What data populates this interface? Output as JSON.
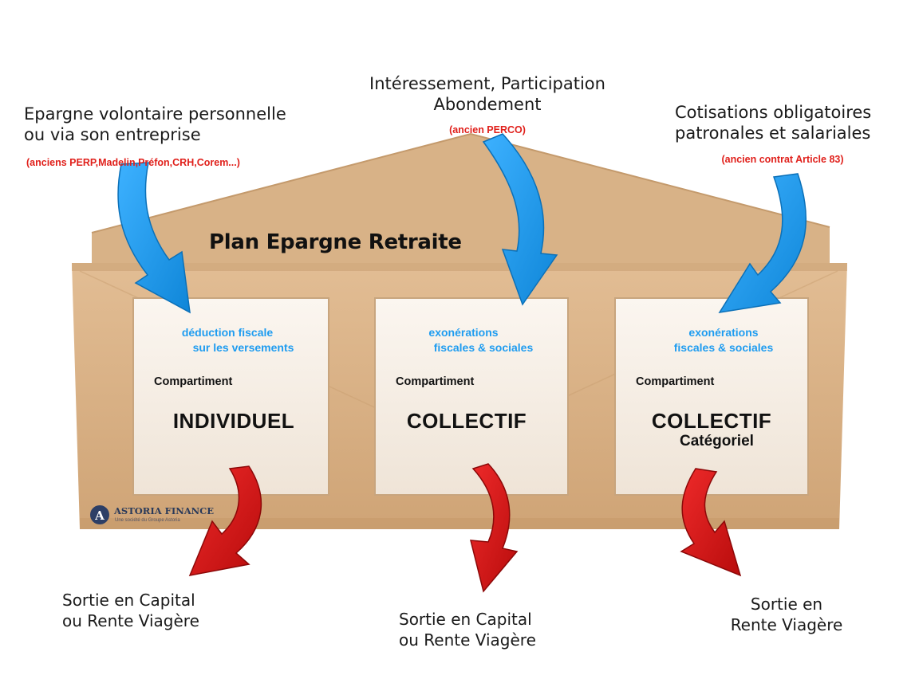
{
  "diagram": {
    "title": "Plan Epargne Retraite",
    "inputs": [
      {
        "lines": [
          "Epargne volontaire personnelle",
          "ou via son entreprise"
        ],
        "note": "(anciens PERP,Madelin,Préfon,CRH,Corem...)"
      },
      {
        "lines": [
          "Intéressement, Participation",
          "Abondement"
        ],
        "note": "(ancien PERCO)"
      },
      {
        "lines": [
          "Cotisations obligatoires",
          "patronales et salariales"
        ],
        "note": "(ancien contrat Article 83)"
      }
    ],
    "compartments": [
      {
        "benefit": [
          "déduction fiscale",
          "sur les versements"
        ],
        "label": "Compartiment",
        "name": "INDIVIDUEL",
        "extra": ""
      },
      {
        "benefit": [
          "exonérations",
          "fiscales & sociales"
        ],
        "label": "Compartiment",
        "name": "COLLECTIF",
        "extra": ""
      },
      {
        "benefit": [
          "exonérations",
          "fiscales & sociales"
        ],
        "label": "Compartiment",
        "name": "COLLECTIF",
        "extra": "Catégoriel"
      }
    ],
    "outputs": [
      {
        "lines": [
          "Sortie en Capital",
          "ou Rente Viagère"
        ]
      },
      {
        "lines": [
          "Sortie en Capital",
          "ou Rente Viagère"
        ]
      },
      {
        "lines": [
          "Sortie en",
          "Rente Viagère"
        ]
      }
    ],
    "logo": {
      "name": "ASTORIA FINANCE",
      "tagline": "Une société du Groupe Astoria",
      "letter": "A"
    }
  },
  "colors": {
    "envelope": "#d9b186",
    "envelope_dark": "#c99f72",
    "panel": "#f5ece2",
    "inflow_arrow": "#1e9cf0",
    "outflow_arrow": "#d41515",
    "note_red": "#e0201b",
    "benefit_blue": "#1e9cf0"
  }
}
